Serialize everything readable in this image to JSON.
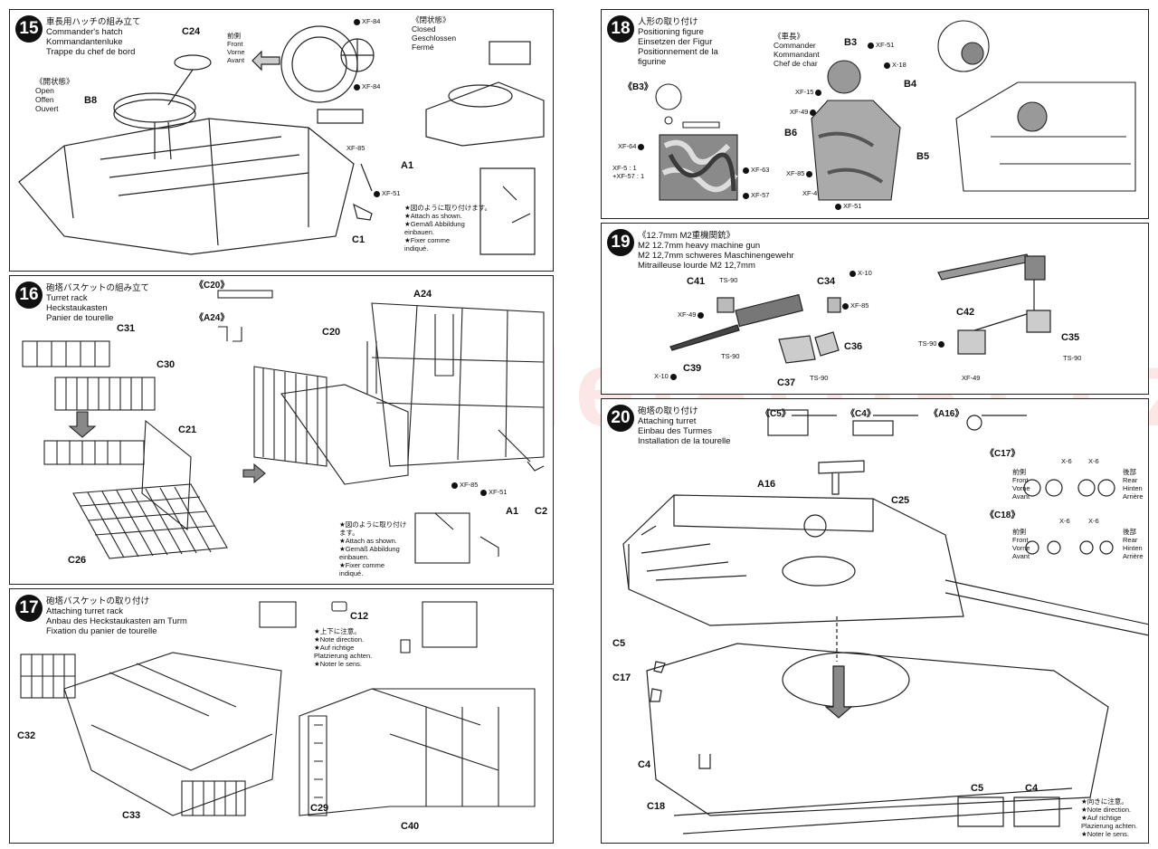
{
  "steps": {
    "s15": {
      "num": "15",
      "titles": [
        "車長用ハッチの組み立て",
        "Commander's hatch",
        "Kommandantenluke",
        "Trappe du chef de bord"
      ],
      "open_label": [
        "《開状態》",
        "Open",
        "Offen",
        "Ouvert"
      ],
      "closed_label": [
        "《閉状態》",
        "Closed",
        "Geschlossen",
        "Fermé"
      ],
      "front_label": [
        "前側",
        "Front",
        "Vorne",
        "Avant"
      ],
      "parts": [
        "C24",
        "B8",
        "A1",
        "C1"
      ],
      "paints": [
        "XF-84",
        "XF-84",
        "XF-85",
        "XF-51"
      ],
      "note": [
        "★図のように取り付けます。",
        "★Attach as shown.",
        "★Gemäß Abbildung",
        "einbauen.",
        "★Fixer comme",
        "indiqué."
      ]
    },
    "s16": {
      "num": "16",
      "titles": [
        "砲塔バスケットの組み立て",
        "Turret rack",
        "Heckstaukasten",
        "Panier de tourelle"
      ],
      "parts": [
        "C31",
        "C30",
        "C21",
        "C26",
        "C20",
        "A24",
        "A1",
        "C2"
      ],
      "sub_parts": [
        "《C20》",
        "《A24》"
      ],
      "paints": [
        "XF-85",
        "XF-51"
      ],
      "note": [
        "★図のように取り付け",
        "ます。",
        "★Attach as shown.",
        "★Gemäß Abbildung",
        "einbauen.",
        "★Fixer comme",
        "indiqué."
      ]
    },
    "s17": {
      "num": "17",
      "titles": [
        "砲塔バスケットの取り付け",
        "Attaching turret rack",
        "Anbau des Heckstaukasten am Turm",
        "Fixation du panier de tourelle"
      ],
      "parts": [
        "C32",
        "C33",
        "C12",
        "C29",
        "C40"
      ],
      "note": [
        "★上下に注意。",
        "★Note direction.",
        "★Auf richtige",
        "Platzierung achten.",
        "★Noter le sens."
      ]
    },
    "s18": {
      "num": "18",
      "titles": [
        "人形の取り付け",
        "Positioning figure",
        "Einsetzen der Figur",
        "Positionnement de la",
        "figurine"
      ],
      "commander_label": [
        "《車長》",
        "Commander",
        "Kommandant",
        "Chef de char"
      ],
      "parts": [
        "B3",
        "B4",
        "B6",
        "B5",
        "《B3》"
      ],
      "paints": [
        "XF-51",
        "X-18",
        "XF-15",
        "XF-49",
        "XF-85",
        "XF-49",
        "XF-51",
        "XF-64",
        "XF-63",
        "XF-57"
      ],
      "mix": [
        "XF-5 : 1",
        "+XF-57 : 1"
      ]
    },
    "s19": {
      "num": "19",
      "titles": [
        "《12.7mm M2重機関銃》",
        "M2 12.7mm heavy machine gun",
        "M2 12,7mm schweres Maschinengewehr",
        "Mitrailleuse lourde M2 12,7mm"
      ],
      "parts": [
        "C41",
        "C34",
        "C36",
        "C39",
        "C37",
        "C42",
        "C35"
      ],
      "paints": [
        "TS-90",
        "X-10",
        "XF-49",
        "XF-85",
        "TS-90",
        "X-10",
        "TS-90",
        "TS-90",
        "XF-49",
        "TS-90"
      ]
    },
    "s20": {
      "num": "20",
      "titles": [
        "砲塔の取り付け",
        "Attaching turret",
        "Einbau des Turmes",
        "Installation de la tourelle"
      ],
      "sub_parts": [
        "《C5》",
        "《C4》",
        "《A16》",
        "《C17》",
        "《C18》"
      ],
      "front_label": [
        "前側",
        "Front",
        "Vorne",
        "Avant"
      ],
      "rear_label": [
        "後部",
        "Rear",
        "Hinten",
        "Arrière"
      ],
      "paint": "X-6",
      "parts": [
        "A16",
        "C25",
        "C5",
        "C17",
        "C4",
        "C18",
        "C5",
        "C4"
      ],
      "note": [
        "★向きに注意。",
        "★Note direction.",
        "★Auf richtige",
        "Plazierung achten.",
        "★Noter le sens."
      ]
    }
  },
  "watermark": "modelartikl.cz"
}
